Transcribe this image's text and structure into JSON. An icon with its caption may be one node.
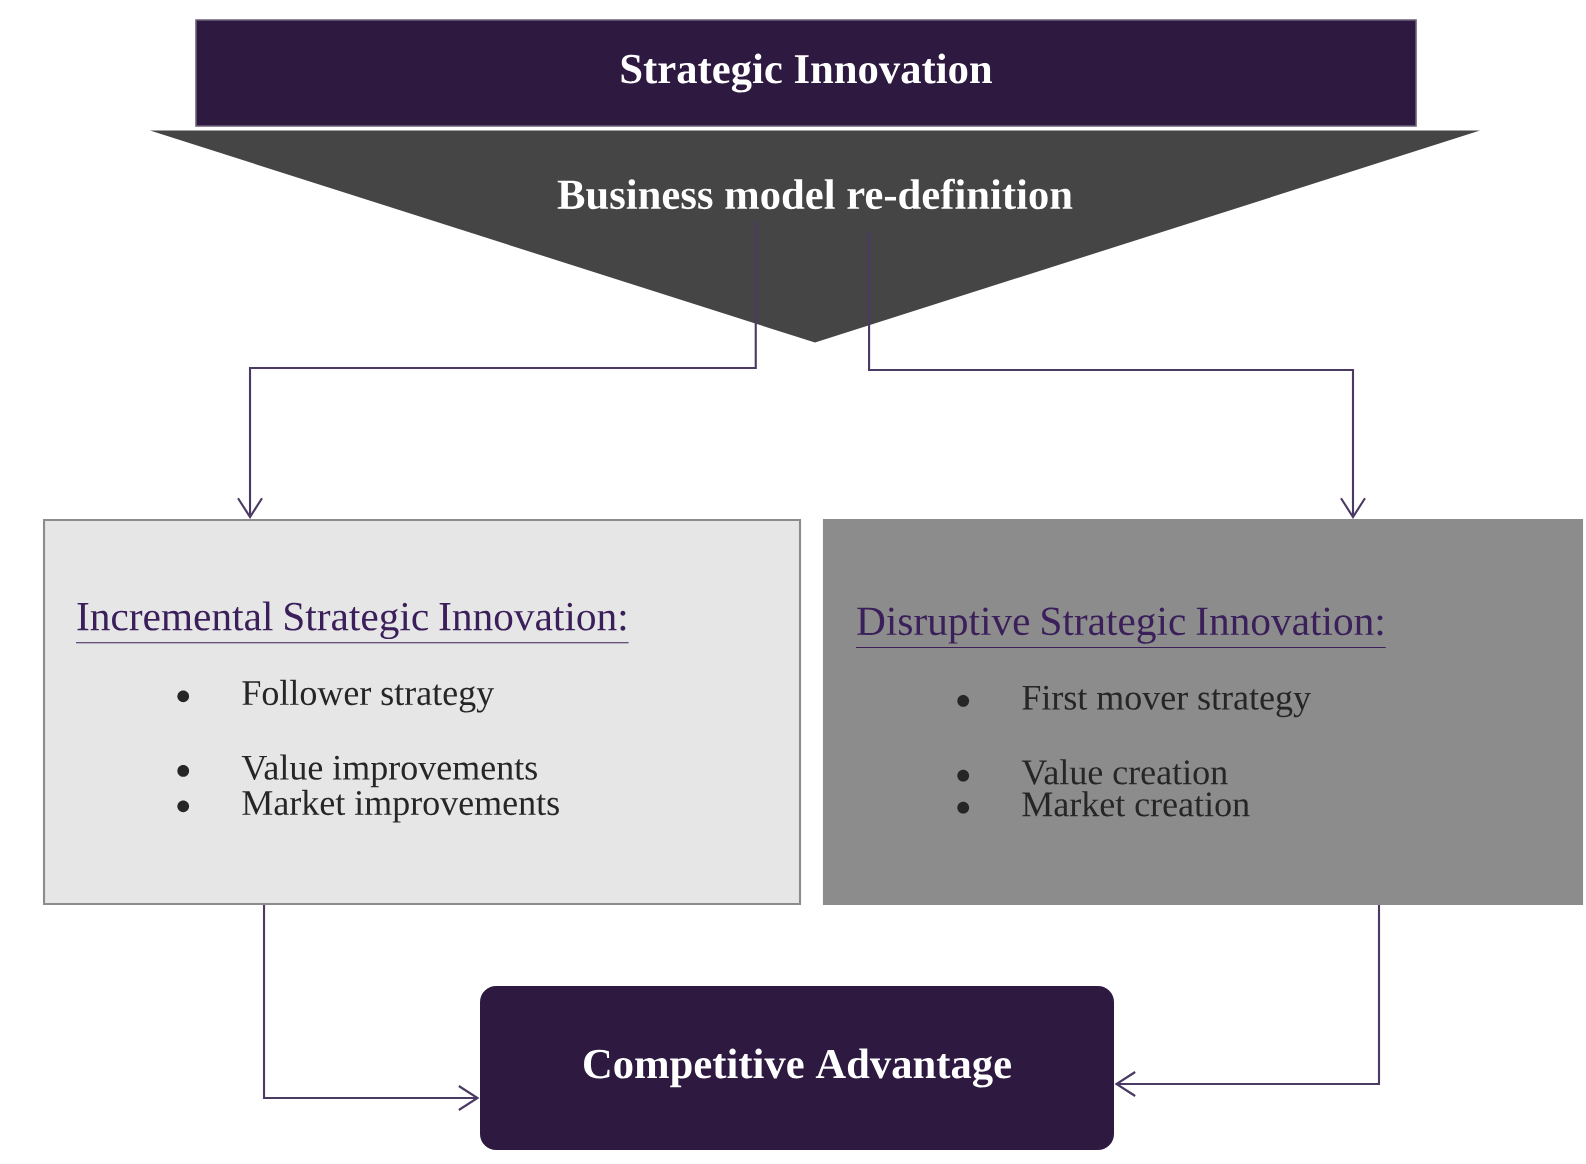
{
  "diagram": {
    "nodes": [
      {
        "text": [
          "Strategic Innovation"
        ]
      },
      {
        "text": [
          "Business model re-definition"
        ]
      },
      {
        "text": [
          "Incremental Strategic Innovation:",
          "Follower strategy",
          "Value improvements",
          "Market improvements"
        ]
      },
      {
        "text": [
          "Disruptive Strategic Innovation:",
          "First mover strategy",
          "Value creation",
          "Market creation"
        ]
      },
      {
        "text": [
          "Competitive Advantage"
        ]
      }
    ],
    "edges": [
      {
        "from": 1,
        "to": 2,
        "arrow": "to"
      },
      {
        "from": 1,
        "to": 3,
        "arrow": "to"
      },
      {
        "from": 2,
        "to": 4,
        "arrow": "to"
      },
      {
        "from": 3,
        "to": 4,
        "arrow": "to"
      }
    ]
  }
}
